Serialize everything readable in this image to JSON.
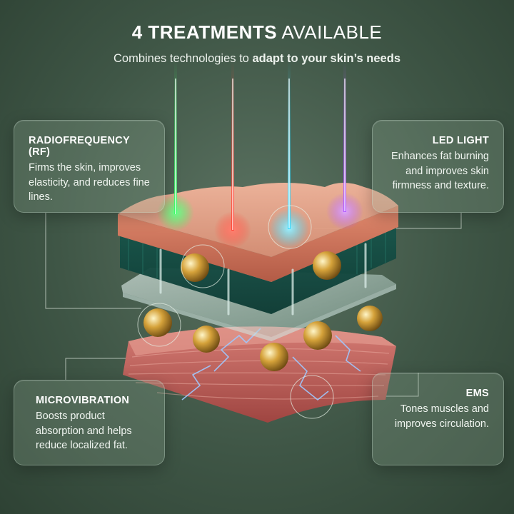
{
  "header": {
    "title_bold": "4 TREATMENTS",
    "title_rest": "AVAILABLE",
    "subtitle_plain": "Combines technologies to",
    "subtitle_bold": "adapt to your skin’s needs"
  },
  "cards": {
    "rf": {
      "title": "RADIOFREQUENCY (RF)",
      "text": "Firms the skin, improves elasticity, and reduces fine lines."
    },
    "led": {
      "title": "LED LIGHT",
      "text": "Enhances fat burning and improves skin firmness and texture."
    },
    "microvibration": {
      "title": "MICROVIBRATION",
      "text": "Boosts product absorption and helps reduce localized fat."
    },
    "ems": {
      "title": "EMS",
      "text": "Tones muscles and improves circulation."
    }
  },
  "beam_colors": {
    "green": "#3dff6a",
    "red": "#ff4a3a",
    "cyan": "#33d9ff",
    "violet": "#b45cff"
  },
  "colors": {
    "background": "#3f5646",
    "card": "#8ca591",
    "skin": "#d98f75",
    "muscle": "#b85a55"
  }
}
